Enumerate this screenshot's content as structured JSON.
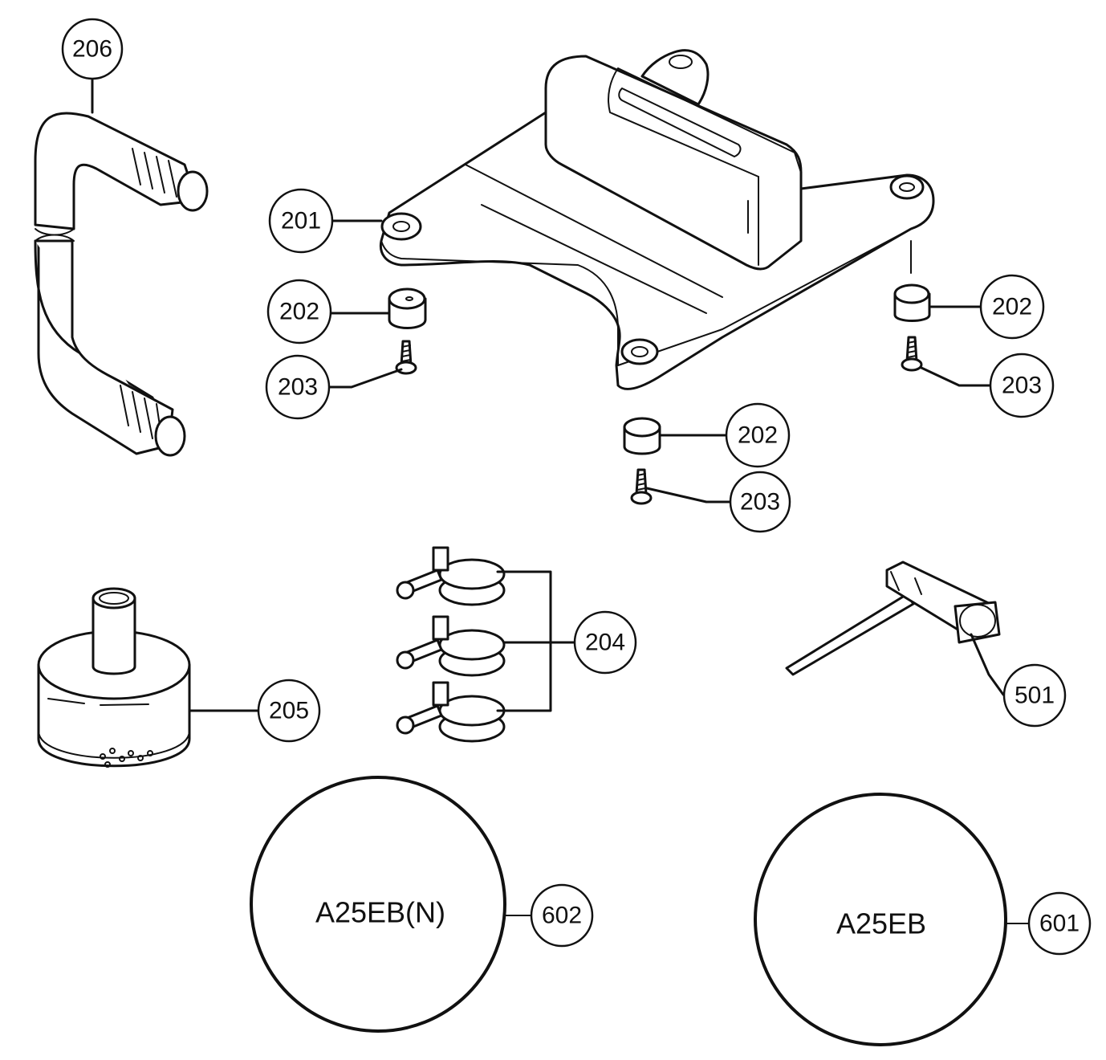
{
  "callouts": {
    "c206": "206",
    "c201": "201",
    "c202_left": "202",
    "c203_left": "203",
    "c202_right": "202",
    "c203_right": "203",
    "c202_bottom": "202",
    "c203_bottom": "203",
    "c204": "204",
    "c205": "205",
    "c501": "501",
    "c602": "602",
    "c601": "601"
  },
  "models": {
    "left": "A25EB(N)",
    "right": "A25EB"
  }
}
